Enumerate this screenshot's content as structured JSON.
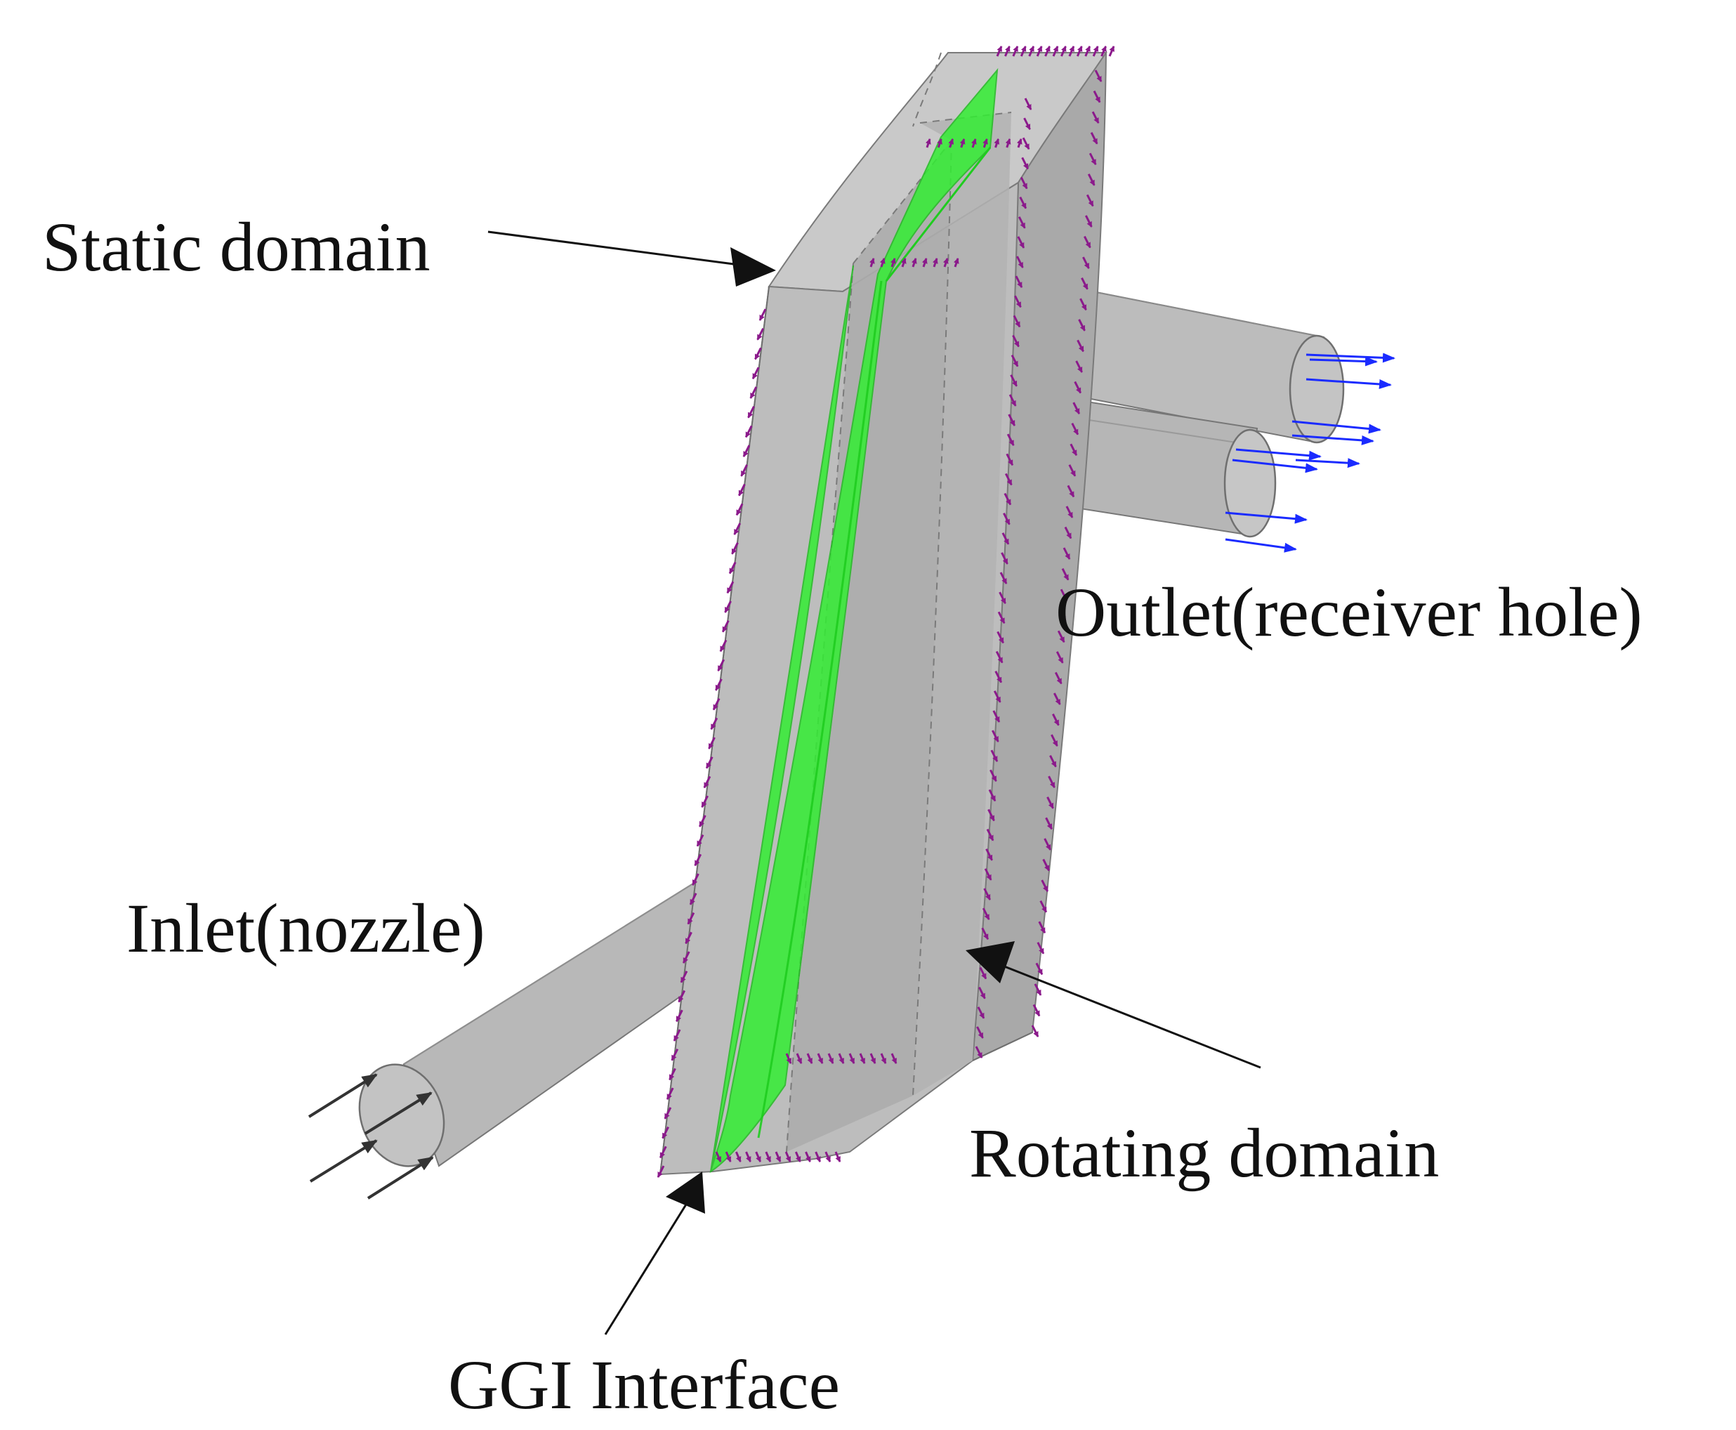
{
  "labels": {
    "static_domain": "Static domain",
    "outlet": "Outlet(receiver hole)",
    "inlet": "Inlet(nozzle)",
    "rotating_domain": "Rotating domain",
    "ggi_interface": "GGI Interface"
  },
  "colors": {
    "geometry_fill": "#b9b9b9",
    "geometry_face_dark": "#a4a4a4",
    "geometry_face_light": "#cfcfcf",
    "interface_green": "#22ee22",
    "boundary_arrows_purple": "#8b1a8b",
    "outlet_arrows_blue": "#1a2bff",
    "inlet_arrows": "#333333",
    "leader_lines": "#111111"
  }
}
